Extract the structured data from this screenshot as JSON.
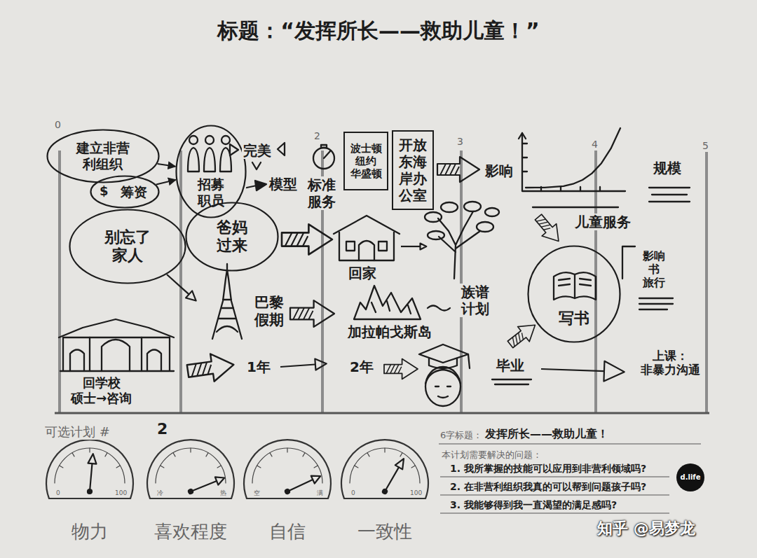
{
  "diagram": {
    "title": "标题：“发挥所长——救助儿童！”",
    "nodes": [
      {
        "text": [
          "建立非营利组织"
        ]
      },
      {
        "text": [
          "筹资"
        ]
      },
      {
        "text": [
          "招募职员"
        ]
      },
      {
        "text": [
          "别忘了家人"
        ]
      },
      {
        "text": [
          "爸妈过来"
        ]
      },
      {
        "text": [
          "波士顿 纽约 华盛顿"
        ]
      },
      {
        "text": [
          "开放东海岸办公室"
        ]
      },
      {
        "text": [
          "写书"
        ]
      }
    ],
    "edges": [
      {
        "from": 0,
        "to": 2,
        "arrow": "to"
      },
      {
        "from": 1,
        "to": 2,
        "arrow": "to"
      }
    ],
    "labels": [
      "0",
      "完美",
      "模型",
      "2",
      "标准服务",
      "3",
      "影响",
      "4",
      "5",
      "规模",
      "$",
      "儿童服务",
      "回家",
      "影响 书 旅行",
      "巴黎假期",
      "族谱计划",
      "加拉帕戈斯岛",
      "回学校 硕士→咨询",
      "1年",
      "2年",
      "毕业",
      "上课： 非暴力沟通",
      "可选计划 #",
      "2",
      "0",
      "100",
      "冷",
      "热",
      "空",
      "满",
      "0",
      "100",
      "物力",
      "喜欢程度",
      "自信",
      "一致性",
      "6字标题：",
      "发挥所长——救助儿童！",
      "本计划需要解决的问题：",
      "1. 我所掌握的技能可以应用到非营利领域吗?",
      "2. 在非营利组织我真的可以帮到问题孩子吗?",
      "3. 我能够得到我一直渴望的满足感吗?",
      "d.life",
      "知乎 @易梦龙"
    ]
  }
}
